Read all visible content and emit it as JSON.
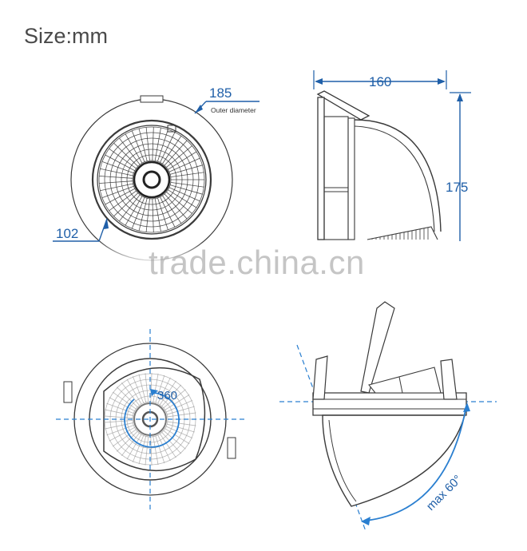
{
  "title": "Size:mm",
  "top_left": {
    "outer_diameter_value": "185",
    "outer_diameter_label": "Outer diameter",
    "cutout_value": "102"
  },
  "top_right": {
    "width_value": "160",
    "height_value": "175"
  },
  "bottom_left": {
    "rotation_label": "360"
  },
  "bottom_right": {
    "tilt_label": "max 60°"
  },
  "watermark": "trade.china.cn",
  "colors": {
    "dimension": "#1f5fa8",
    "guide": "#2a7fd0",
    "outline": "#3a3a3a"
  }
}
